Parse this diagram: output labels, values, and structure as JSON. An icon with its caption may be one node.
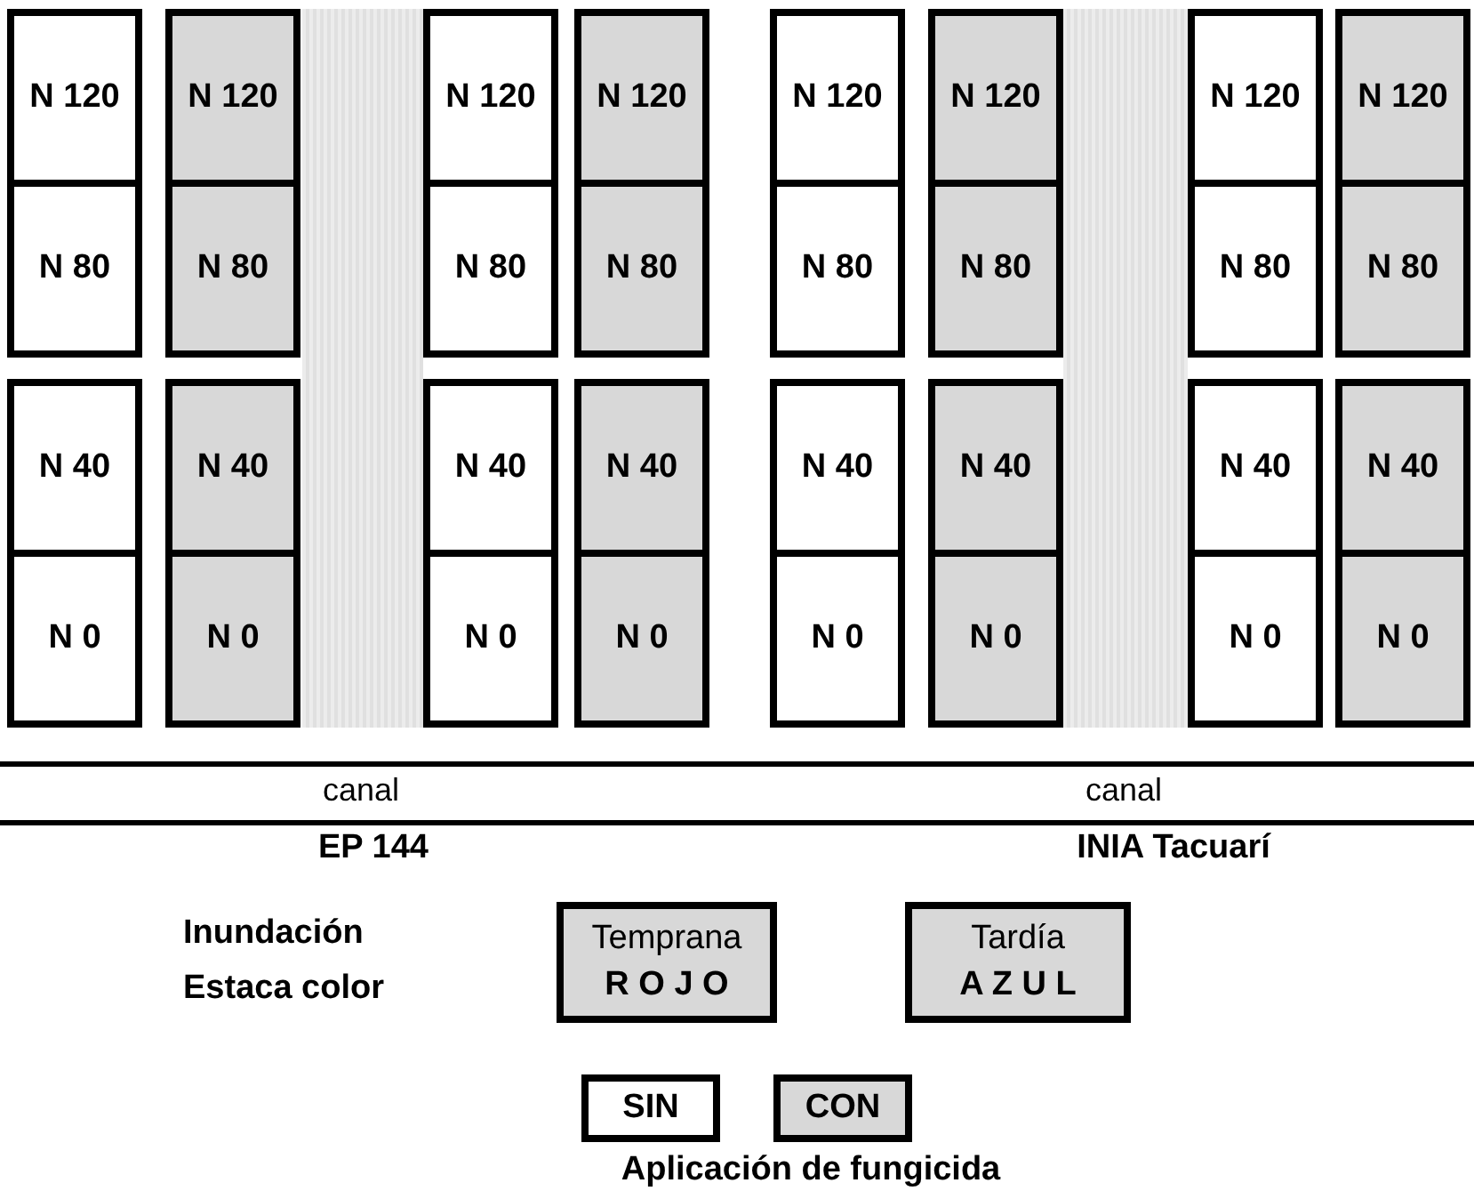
{
  "diagram": {
    "nodes": [
      {
        "text": [
          "N 120"
        ]
      },
      {
        "text": [
          "N 120"
        ]
      },
      {
        "text": [
          "N 120"
        ]
      },
      {
        "text": [
          "N 120"
        ]
      },
      {
        "text": [
          "N 120"
        ]
      },
      {
        "text": [
          "N 120"
        ]
      },
      {
        "text": [
          "N 120"
        ]
      },
      {
        "text": [
          "N 120"
        ]
      },
      {
        "text": [
          "N 80"
        ]
      },
      {
        "text": [
          "N 80"
        ]
      },
      {
        "text": [
          "N 80"
        ]
      },
      {
        "text": [
          "N 80"
        ]
      },
      {
        "text": [
          "N 80"
        ]
      },
      {
        "text": [
          "N 80"
        ]
      },
      {
        "text": [
          "N 80"
        ]
      },
      {
        "text": [
          "N 80"
        ]
      },
      {
        "text": [
          "N 40"
        ]
      },
      {
        "text": [
          "N 40"
        ]
      },
      {
        "text": [
          "N 40"
        ]
      },
      {
        "text": [
          "N 40"
        ]
      },
      {
        "text": [
          "N 40"
        ]
      },
      {
        "text": [
          "N 40"
        ]
      },
      {
        "text": [
          "N 40"
        ]
      },
      {
        "text": [
          "N 40"
        ]
      },
      {
        "text": [
          "N 0"
        ]
      },
      {
        "text": [
          "N 0"
        ]
      },
      {
        "text": [
          "N 0"
        ]
      },
      {
        "text": [
          "N 0"
        ]
      },
      {
        "text": [
          "N 0"
        ]
      },
      {
        "text": [
          "N 0"
        ]
      },
      {
        "text": [
          "N 0"
        ]
      },
      {
        "text": [
          "N 0"
        ]
      },
      {
        "text": [
          "Temprana",
          "R O J O"
        ]
      },
      {
        "text": [
          "Tardía",
          "A Z U L"
        ]
      },
      {
        "text": [
          "SIN"
        ]
      },
      {
        "text": [
          "CON"
        ]
      }
    ],
    "labels": [
      "canal",
      "canal",
      "EP 144",
      "INIA Tacuarí",
      "Inundación",
      "Estaca color",
      "Aplicación de fungicida"
    ]
  }
}
